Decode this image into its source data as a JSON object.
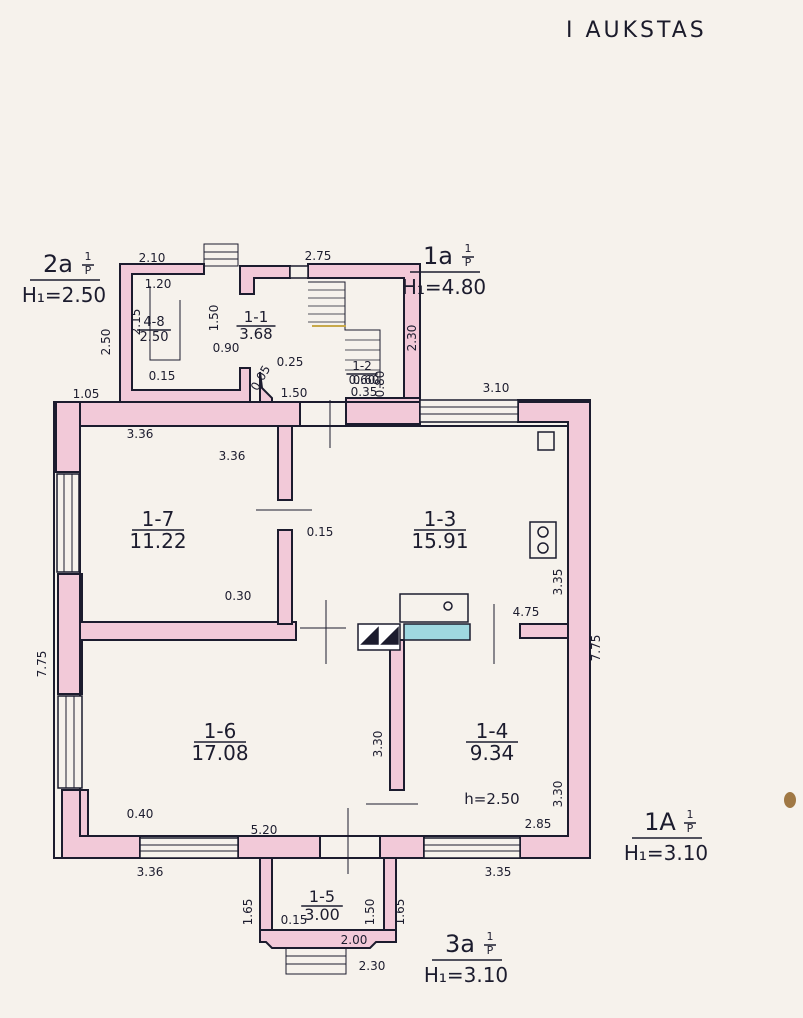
{
  "title": "I AUKSTAS",
  "wings": [
    {
      "id": "w2a",
      "name": "2a",
      "fraction_num": "1",
      "fraction_den": "P",
      "height": "2.50"
    },
    {
      "id": "w1a",
      "name": "1a",
      "fraction_num": "1",
      "fraction_den": "P",
      "height": "4.80"
    },
    {
      "id": "w1A",
      "name": "1A",
      "fraction_num": "1",
      "fraction_den": "P",
      "height": "3.10"
    },
    {
      "id": "w3a",
      "name": "3a",
      "fraction_num": "1",
      "fraction_den": "P",
      "height": "3.10"
    }
  ],
  "height_prefix": "H₁=",
  "rooms": [
    {
      "id": "r48",
      "num": "4-8",
      "area": "2.50"
    },
    {
      "id": "r11",
      "num": "1-1",
      "area": "3.68"
    },
    {
      "id": "r12",
      "num": "1-2",
      "area": "0.60"
    },
    {
      "id": "r17",
      "num": "1-7",
      "area": "11.22"
    },
    {
      "id": "r13",
      "num": "1-3",
      "area": "15.91"
    },
    {
      "id": "r16",
      "num": "1-6",
      "area": "17.08"
    },
    {
      "id": "r14",
      "num": "1-4",
      "area": "9.34"
    },
    {
      "id": "r15",
      "num": "1-5",
      "area": "3.00"
    }
  ],
  "room_height_note": "h=2.50",
  "dimensions": [
    "2.10",
    "2.75",
    "1.20",
    "2.15",
    "1.50",
    "2.30",
    "2.50",
    "0.90",
    "0.25",
    "0.05",
    "1.50",
    "0.15",
    "1.05",
    "3.36",
    "3.36",
    "0.15",
    "0.30",
    "7.75",
    "3.10",
    "3.35",
    "4.75",
    "7.75",
    "3.30",
    "3.30",
    "0.40",
    "5.20",
    "2.85",
    "3.36",
    "3.35",
    "1.65",
    "1.50",
    "1.65",
    "0.15",
    "2.00",
    "2.30",
    "0.60",
    "0.35",
    "0.80"
  ]
}
